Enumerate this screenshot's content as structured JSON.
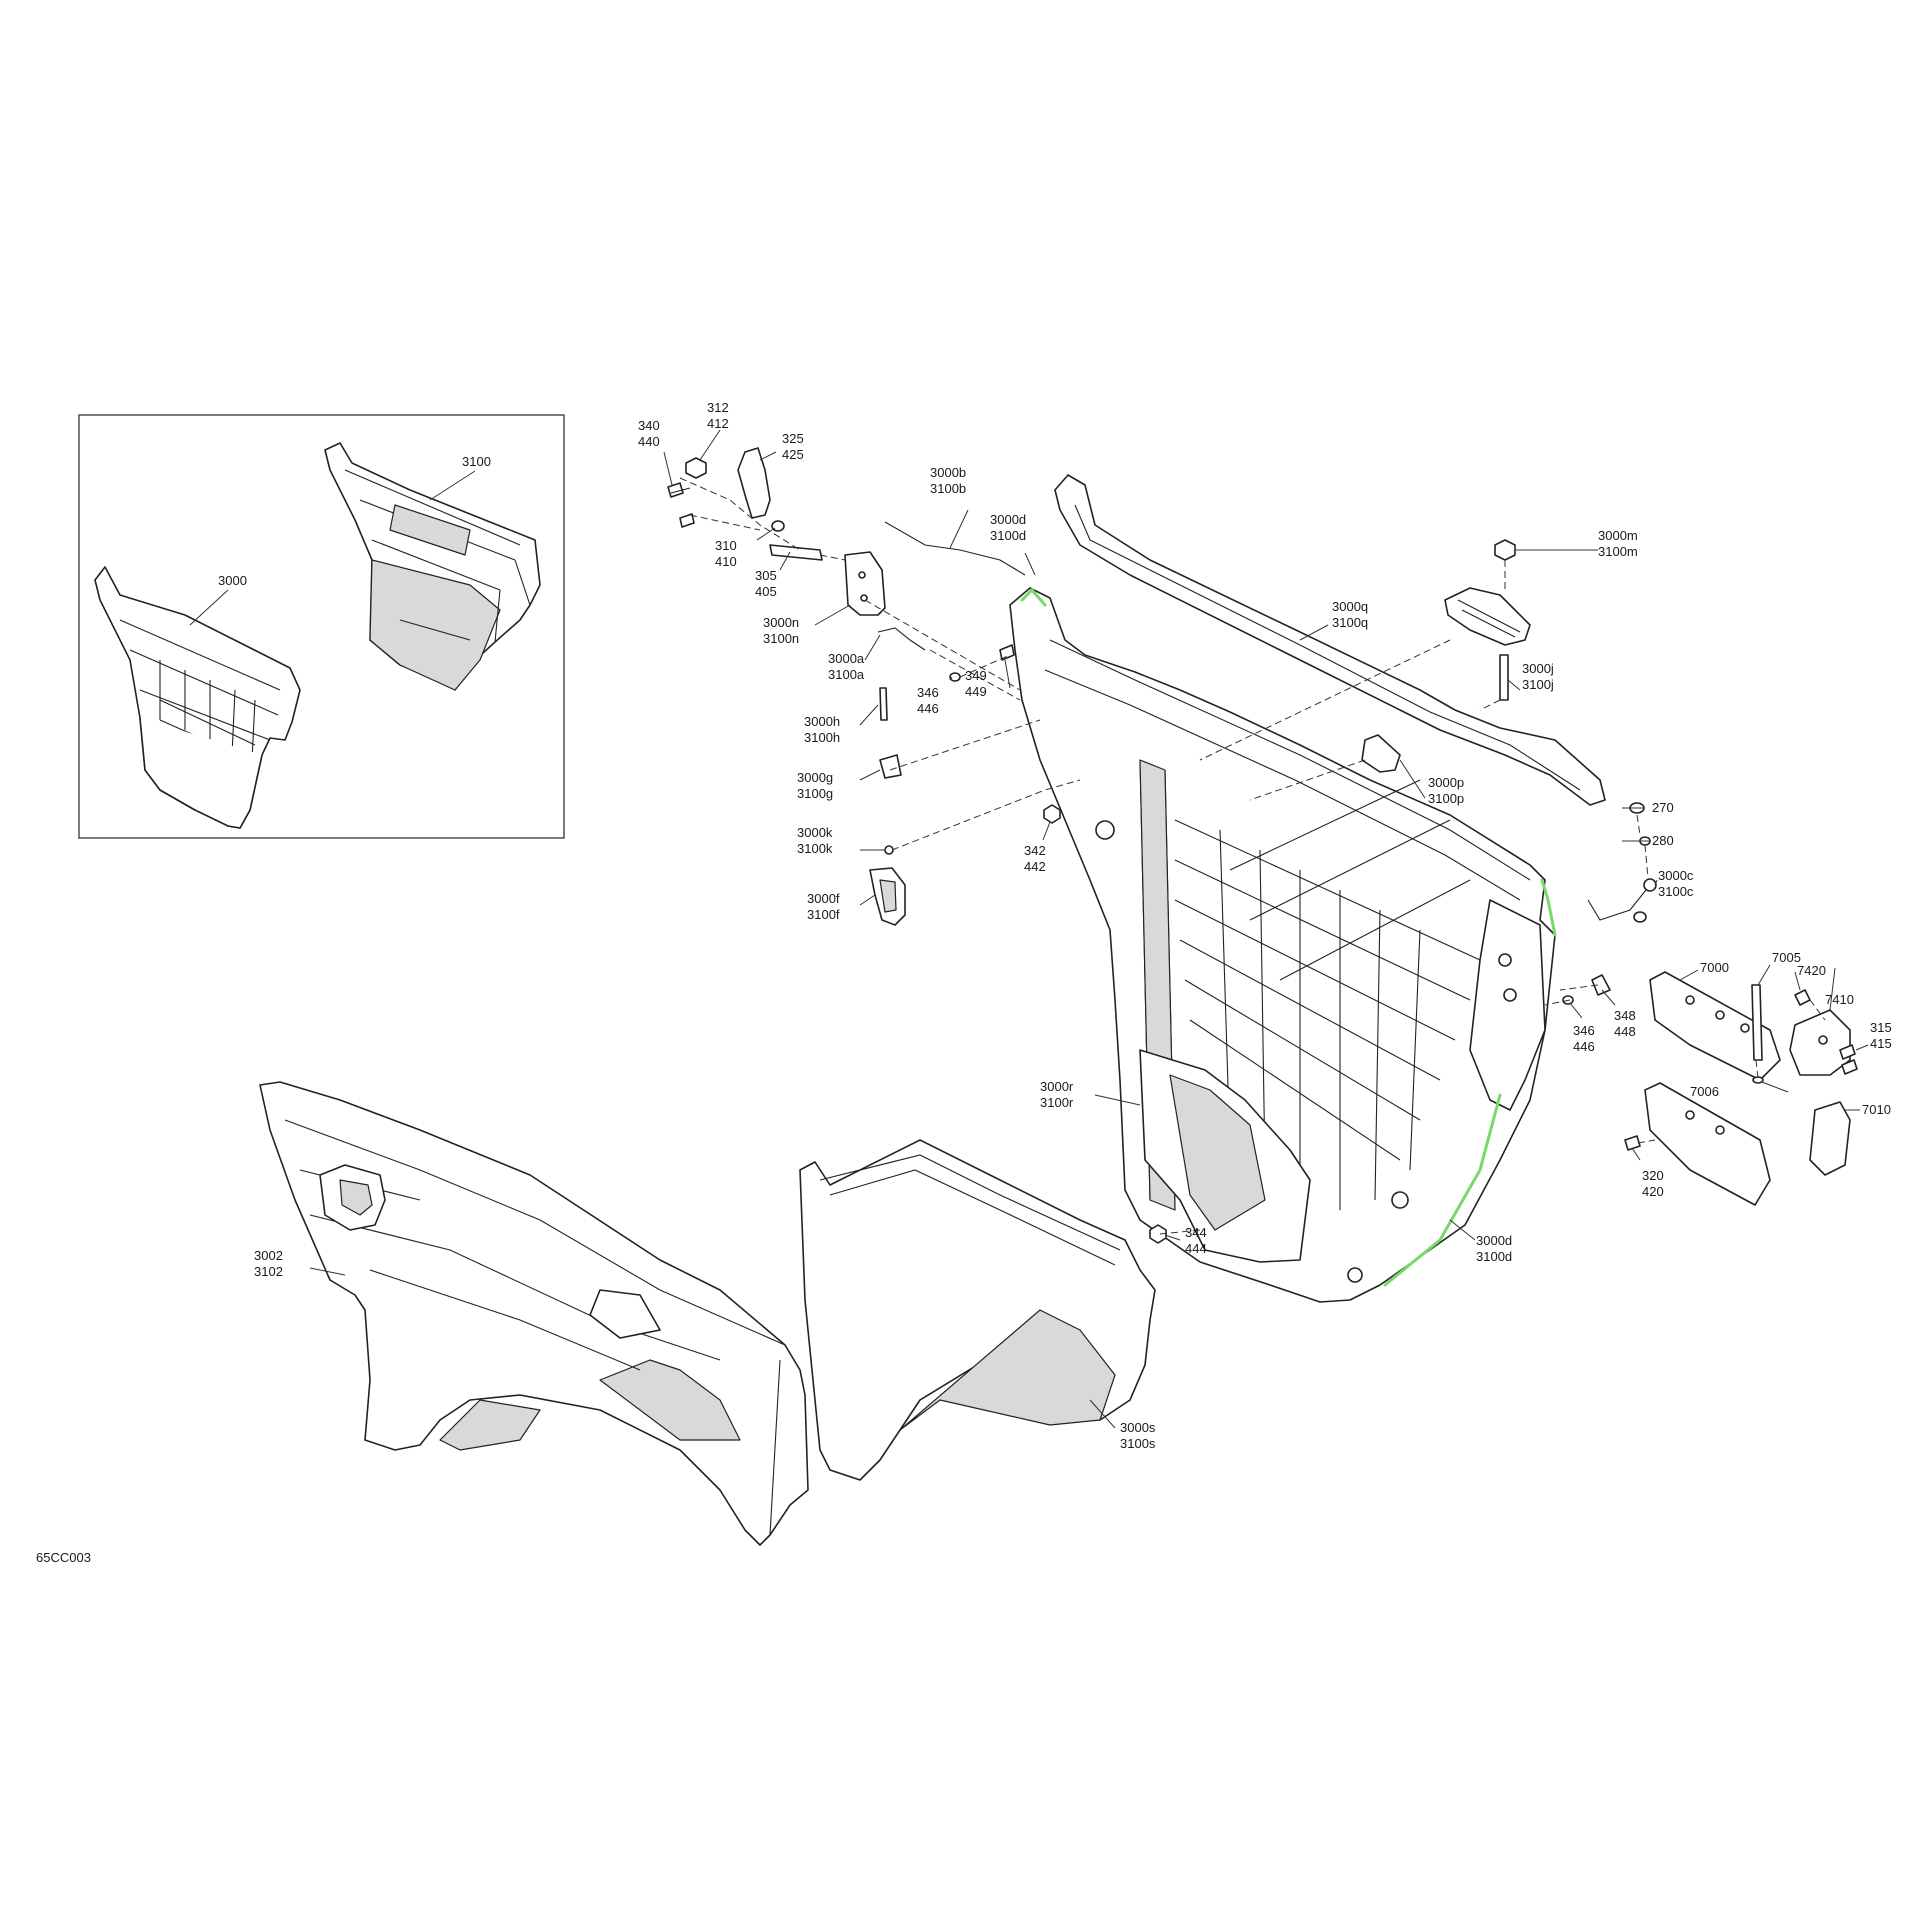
{
  "figure_code": "65CC003",
  "inset": {
    "labels": [
      {
        "id": "inset-3100",
        "text": "3100"
      },
      {
        "id": "inset-3000",
        "text": "3000"
      }
    ]
  },
  "callouts": [
    {
      "id": "c-340",
      "lines": [
        "340",
        "440"
      ]
    },
    {
      "id": "c-312",
      "lines": [
        "312",
        "412"
      ]
    },
    {
      "id": "c-325",
      "lines": [
        "325",
        "425"
      ]
    },
    {
      "id": "c-310",
      "lines": [
        "310",
        "410"
      ]
    },
    {
      "id": "c-305",
      "lines": [
        "305",
        "405"
      ]
    },
    {
      "id": "c-3000n",
      "lines": [
        "3000n",
        "3100n"
      ]
    },
    {
      "id": "c-3000a",
      "lines": [
        "3000a",
        "3100a"
      ]
    },
    {
      "id": "c-3000b",
      "lines": [
        "3000b",
        "3100b"
      ]
    },
    {
      "id": "c-3000d-top",
      "lines": [
        "3000d",
        "3100d"
      ]
    },
    {
      "id": "c-346-left",
      "lines": [
        "346",
        "446"
      ]
    },
    {
      "id": "c-349",
      "lines": [
        "349",
        "449"
      ]
    },
    {
      "id": "c-3000h",
      "lines": [
        "3000h",
        "3100h"
      ]
    },
    {
      "id": "c-3000g",
      "lines": [
        "3000g",
        "3100g"
      ]
    },
    {
      "id": "c-3000k",
      "lines": [
        "3000k",
        "3100k"
      ]
    },
    {
      "id": "c-342",
      "lines": [
        "342",
        "442"
      ]
    },
    {
      "id": "c-3000f",
      "lines": [
        "3000f",
        "3100f"
      ]
    },
    {
      "id": "c-3000m",
      "lines": [
        "3000m",
        "3100m"
      ]
    },
    {
      "id": "c-3000q",
      "lines": [
        "3000q",
        "3100q"
      ]
    },
    {
      "id": "c-3000j",
      "lines": [
        "3000j",
        "3100j"
      ]
    },
    {
      "id": "c-3000p",
      "lines": [
        "3000p",
        "3100p"
      ]
    },
    {
      "id": "c-270",
      "lines": [
        "270"
      ]
    },
    {
      "id": "c-280",
      "lines": [
        "280"
      ]
    },
    {
      "id": "c-3000c",
      "lines": [
        "3000c",
        "3100c"
      ]
    },
    {
      "id": "c-7005",
      "lines": [
        "7005"
      ]
    },
    {
      "id": "c-7000",
      "lines": [
        "7000"
      ]
    },
    {
      "id": "c-7420",
      "lines": [
        "7420"
      ]
    },
    {
      "id": "c-7410",
      "lines": [
        "7410"
      ]
    },
    {
      "id": "c-315",
      "lines": [
        "315",
        "415"
      ]
    },
    {
      "id": "c-348",
      "lines": [
        "348",
        "448"
      ]
    },
    {
      "id": "c-346-right",
      "lines": [
        "346",
        "446"
      ]
    },
    {
      "id": "c-7006",
      "lines": [
        "7006"
      ]
    },
    {
      "id": "c-7010",
      "lines": [
        "7010"
      ]
    },
    {
      "id": "c-320",
      "lines": [
        "320",
        "420"
      ]
    },
    {
      "id": "c-3000r",
      "lines": [
        "3000r",
        "3100r"
      ]
    },
    {
      "id": "c-3000d-bottom",
      "lines": [
        "3000d",
        "3100d"
      ]
    },
    {
      "id": "c-344",
      "lines": [
        "344",
        "444"
      ]
    },
    {
      "id": "c-3002",
      "lines": [
        "3002",
        "3102"
      ]
    },
    {
      "id": "c-3000s",
      "lines": [
        "3000s",
        "3100s"
      ]
    }
  ]
}
